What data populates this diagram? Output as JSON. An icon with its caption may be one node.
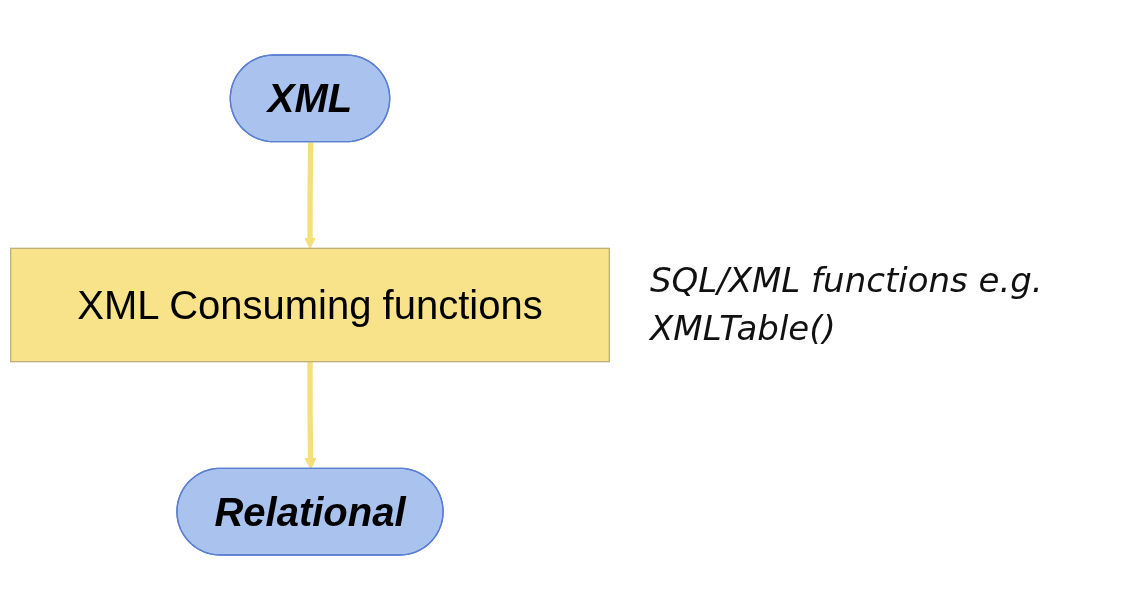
{
  "diagram": {
    "nodes": [
      {
        "text": [
          "XML"
        ]
      },
      {
        "text": [
          "XML Consuming functions"
        ],
        "beside": [
          "SQL/XML functions e.g. XMLTable()"
        ]
      },
      {
        "text": [
          "Relational"
        ]
      }
    ],
    "edges": [
      {
        "from": 0,
        "to": 1,
        "arrow": "to",
        "color": "#f5df7a"
      },
      {
        "from": 1,
        "to": 2,
        "arrow": "to",
        "color": "#f5df7a"
      }
    ]
  }
}
